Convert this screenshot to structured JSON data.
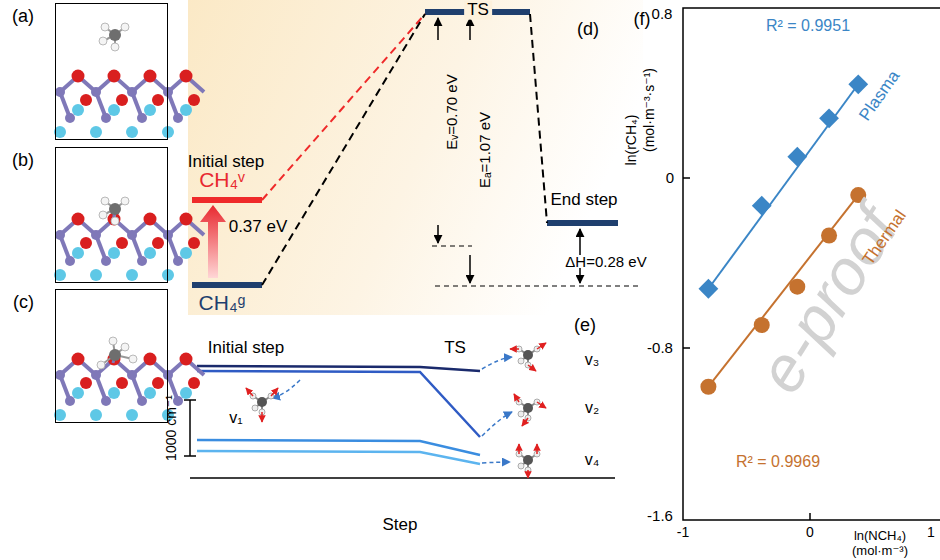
{
  "diagram": {
    "nodes": [
      {
        "text": [
          "(a)"
        ]
      },
      {
        "text": [
          "(b)"
        ]
      },
      {
        "text": [
          "(c)"
        ]
      }
    ],
    "labels": [
      "Initial step",
      "CH₄ᵛ",
      "0.37 eV",
      "CH₄ᵍ",
      "TS",
      "(d)",
      "Eᵥ=0.70 eV",
      "Eₐ=1.07 eV",
      "End step",
      "ΔH=0.28 eV",
      "(e)",
      "Initial step",
      "TS",
      "1000 cm⁻¹",
      "v₃",
      "v₁",
      "v₂",
      "v₄",
      "Step",
      "(f)",
      "R² = 0.9951",
      "Plasma",
      "Thermal",
      "R² = 0.9969",
      "0.8",
      "0",
      "-0.8",
      "-1.6",
      "-1",
      "0",
      "1",
      "ln(rCH₄)",
      "(mol·m⁻³·s⁻¹)",
      "ln(NCH₄)",
      "(mol·m⁻³)",
      "e-proof"
    ]
  }
}
